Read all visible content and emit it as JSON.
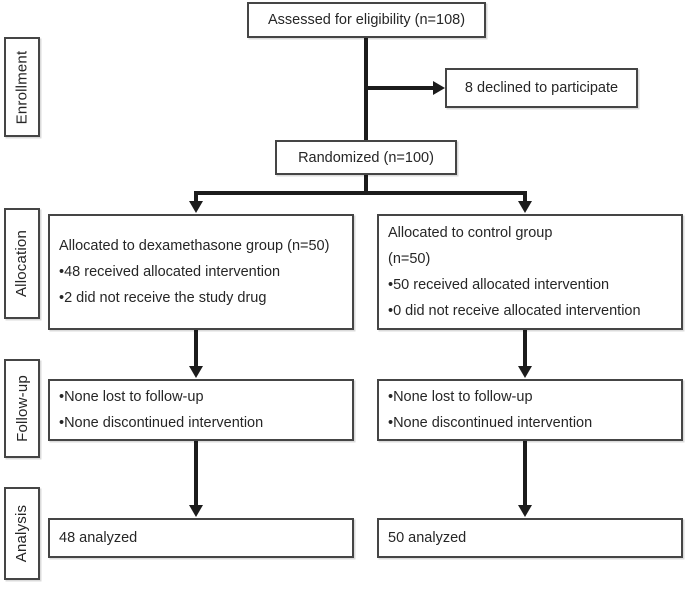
{
  "figure": {
    "type": "consort-flow-diagram",
    "background_color": "#ffffff",
    "connector_color": "#1c1c1c",
    "box_border_color": "#454545",
    "text_color": "#262626"
  },
  "stages": [
    {
      "label": "Enrollment"
    },
    {
      "label": "Allocation"
    },
    {
      "label": "Follow-up"
    },
    {
      "label": "Analysis"
    }
  ],
  "flow": {
    "assessed": "Assessed for eligibility (n=108)",
    "declined": "8 declined to participate",
    "randomized": "Randomized (n=100)",
    "allocation_left": {
      "title": "Allocated to dexamethasone group (n=50)",
      "bullets": [
        "48 received allocated intervention",
        "2 did not receive the study drug"
      ]
    },
    "allocation_right": {
      "title": "Allocated to control group",
      "subtitle": "(n=50)",
      "bullets": [
        "50 received allocated intervention",
        "0 did not receive allocated intervention"
      ]
    },
    "followup_left": {
      "bullets": [
        "None lost to follow-up",
        "None discontinued intervention"
      ]
    },
    "followup_right": {
      "bullets": [
        "None lost to follow-up",
        "None discontinued intervention"
      ]
    },
    "analysis_left": "48 analyzed",
    "analysis_right": "50 analyzed"
  }
}
